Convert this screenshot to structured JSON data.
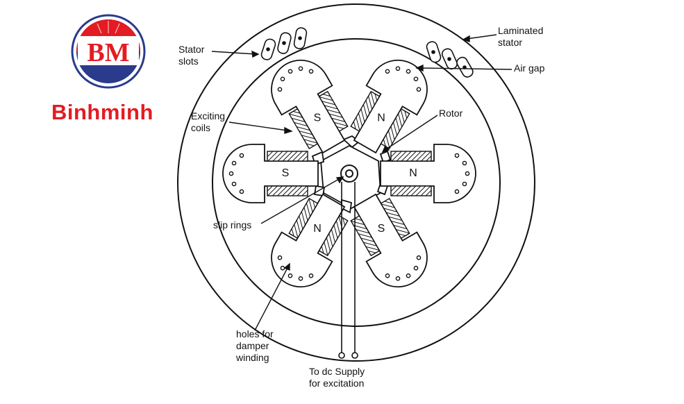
{
  "brand": {
    "monogram": "BM",
    "name": "Binhminh",
    "colors": {
      "red": "#e31b23",
      "navy": "#2a3a8c",
      "white": "#ffffff"
    }
  },
  "diagram": {
    "labels": {
      "stator_slots": "Stator\nslots",
      "laminated_stator": "Laminated\nstator",
      "air_gap": "Air gap",
      "exciting_coils": "Exciting\ncoils",
      "rotor": "Rotor",
      "slip_rings": "slip rings",
      "damper_holes": "holes for\ndamper\nwinding",
      "dc_supply": "To dc Supply\nfor excitation"
    },
    "poles": [
      {
        "letter": "N",
        "angle": -60
      },
      {
        "letter": "S",
        "angle": -120
      },
      {
        "letter": "S",
        "angle": 180
      },
      {
        "letter": "N",
        "angle": 120
      },
      {
        "letter": "S",
        "angle": 60
      },
      {
        "letter": "N",
        "angle": 0
      }
    ]
  }
}
